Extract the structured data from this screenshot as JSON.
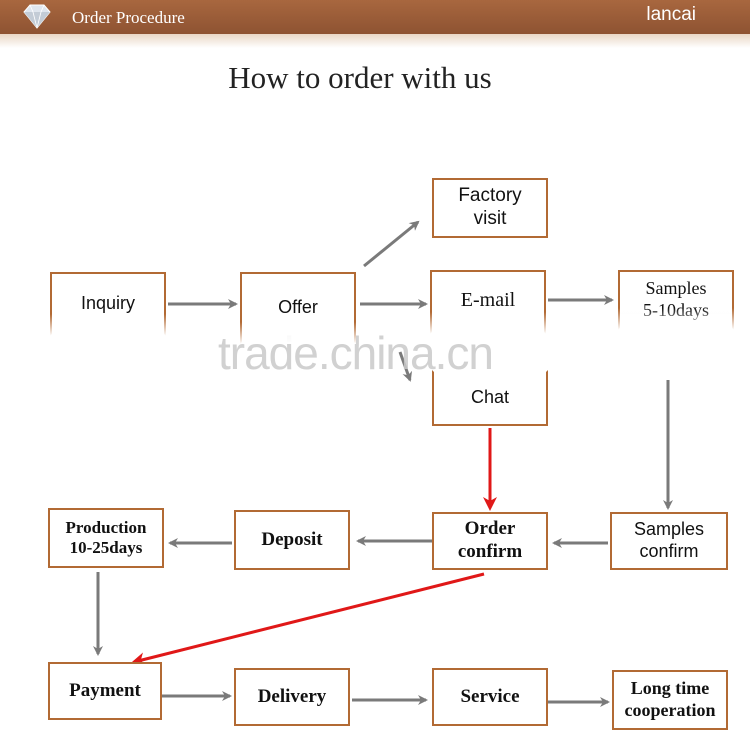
{
  "banner": {
    "title": "Order Procedure",
    "brand": "lancai",
    "colors": {
      "main": "#9a5a37",
      "stripe": "#e9d7c5"
    }
  },
  "page_title": "How to order with us",
  "watermark": "trade.china.cn",
  "nodes": {
    "factory_visit": "Factory\nvisit",
    "inquiry": "Inquiry",
    "offer": "Offer",
    "email": "E-mail",
    "samples_days": "Samples\n5-10days",
    "chat": "Chat",
    "production": "Production\n10-25days",
    "deposit": "Deposit",
    "order_confirm": "Order\nconfirm",
    "samples_confirm": "Samples\nconfirm",
    "payment": "Payment",
    "delivery": "Delivery",
    "service": "Service",
    "long_time": "Long time\ncooperation"
  },
  "colors": {
    "box_border": "#b26a34",
    "arrow_gray": "#7a7a7a",
    "arrow_red": "#e01818"
  }
}
